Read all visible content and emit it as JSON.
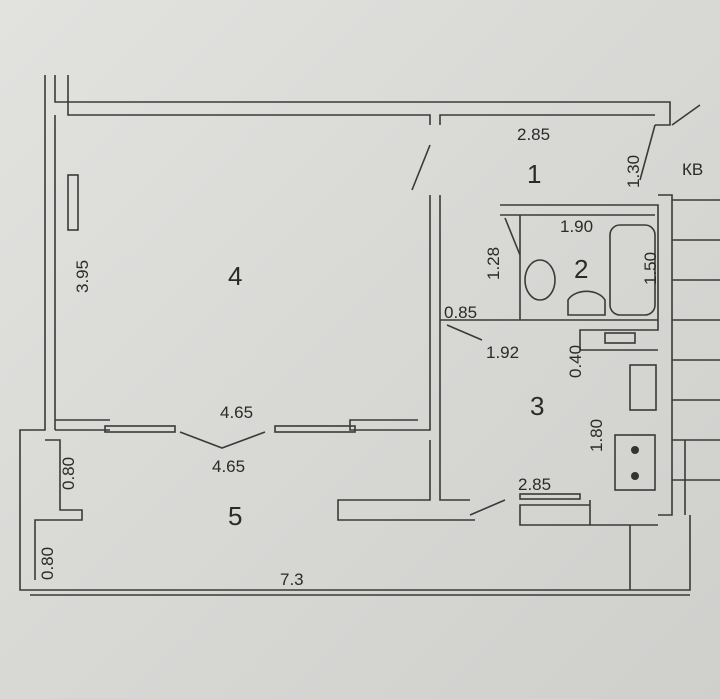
{
  "rooms": [
    {
      "number": "1"
    },
    {
      "number": "2"
    },
    {
      "number": "3"
    },
    {
      "number": "4"
    },
    {
      "number": "5"
    }
  ],
  "stair_label": "КВ",
  "dimensions": {
    "room1_width": "2.85",
    "room1_entry": "1.30",
    "room2_width": "1.90",
    "room2_height": "1.28",
    "bath_length": "1.50",
    "door_width": "0.85",
    "corridor_width": "1.92",
    "kitchen_gap": "0.40",
    "kitchen_height": "1.80",
    "kitchen_width": "2.85",
    "room4_height": "3.95",
    "room4_width": "4.65",
    "room5_width": "4.65",
    "room5_side_upper": "0.80",
    "room5_side_lower": "0.80",
    "total_width": "7.3"
  }
}
